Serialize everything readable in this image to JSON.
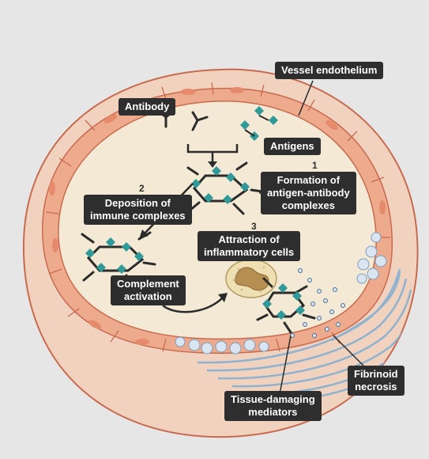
{
  "labels": {
    "vessel_endothelium": "Vessel endothelium",
    "antibody": "Antibody",
    "antigens": "Antigens",
    "formation_line1": "Formation of",
    "formation_line2": "antigen-antibody",
    "formation_line3": "complexes",
    "deposition_line1": "Deposition of",
    "deposition_line2": "immune complexes",
    "attraction_line1": "Attraction of",
    "attraction_line2": "inflammatory cells",
    "complement_line1": "Complement",
    "complement_line2": "activation",
    "tissue_line1": "Tissue-damaging",
    "tissue_line2": "mediators",
    "fibrinoid_line1": "Fibrinoid",
    "fibrinoid_line2": "necrosis"
  },
  "steps": {
    "one": "1",
    "two": "2",
    "three": "3"
  },
  "colors": {
    "background": "#e6e6e6",
    "outer_wall": "#f1d2bf",
    "wall_border": "#c86a4e",
    "endothelial_cell": "#eeaa8c",
    "lumen": "#f4e9d4",
    "antigen": "#2f9a98",
    "antibody": "#2b2b2b",
    "label_box": "#2e2e2e",
    "fibrin": "#8fb3cf"
  },
  "icons": [
    "antibody-icon",
    "antigen-icon",
    "immune-complex-icon",
    "inflammatory-cell-icon",
    "mediator-granule-icon"
  ]
}
